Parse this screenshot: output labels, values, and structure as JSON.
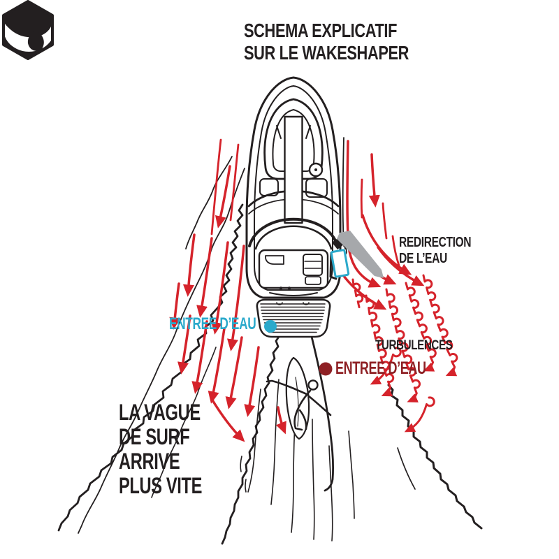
{
  "header": {
    "title_line1": "SCHEMA EXPLICATIF",
    "title_line2": "SUR LE WAKESHAPER",
    "logo_icon": "wave-hexagon-logo"
  },
  "annotations": {
    "redirection": {
      "line1": "REDIRECTION",
      "line2": "DE L’EAU",
      "color": "#231f20"
    },
    "water_entry_port": {
      "text": "ENTREE D’EAU",
      "color": "#2ba9cb",
      "marker": "dot"
    },
    "turbulences": {
      "text": "TURBULENCES",
      "color": "#231f20"
    },
    "water_entry_starboard": {
      "text": "ENTREE D’EAU",
      "color": "#8e2024",
      "marker": "dot"
    },
    "surf_wave": {
      "line1": "LA VAGUE",
      "line2": "DE SURF",
      "line3": "ARRIVE",
      "line4": "PLUS VITE",
      "color": "#231f20"
    }
  },
  "colors": {
    "flow_red": "#d5232b",
    "entry_cyan": "#2ba9cb",
    "entry_dark_red": "#8e2024",
    "ink": "#231f20",
    "shaper_gray": "#a6a8ab"
  },
  "diagram": {
    "boat": "inboard-ski-boat-top-view",
    "device": "wakeshaper-on-starboard-hull",
    "rider": "surfer-behind-boat"
  }
}
